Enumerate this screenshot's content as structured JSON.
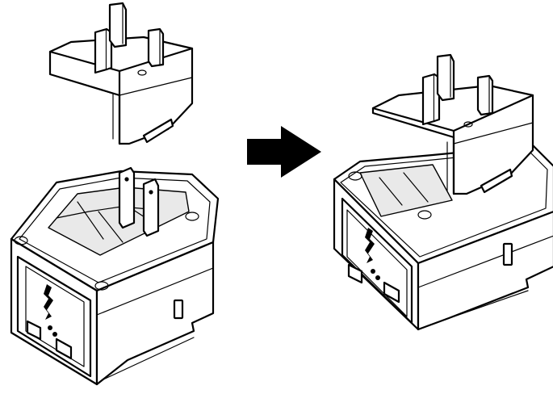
{
  "diagram": {
    "steps": [
      {
        "id": "before",
        "parts": [
          "uk-plug-adapter",
          "universal-travel-adapter"
        ]
      },
      {
        "id": "after",
        "parts": [
          "assembled-adapter"
        ]
      }
    ],
    "connector": {
      "icon": "arrow-right-icon"
    }
  },
  "colors": {
    "line": "#000000",
    "fill": "#ffffff",
    "shade": "#e9e9e9"
  }
}
